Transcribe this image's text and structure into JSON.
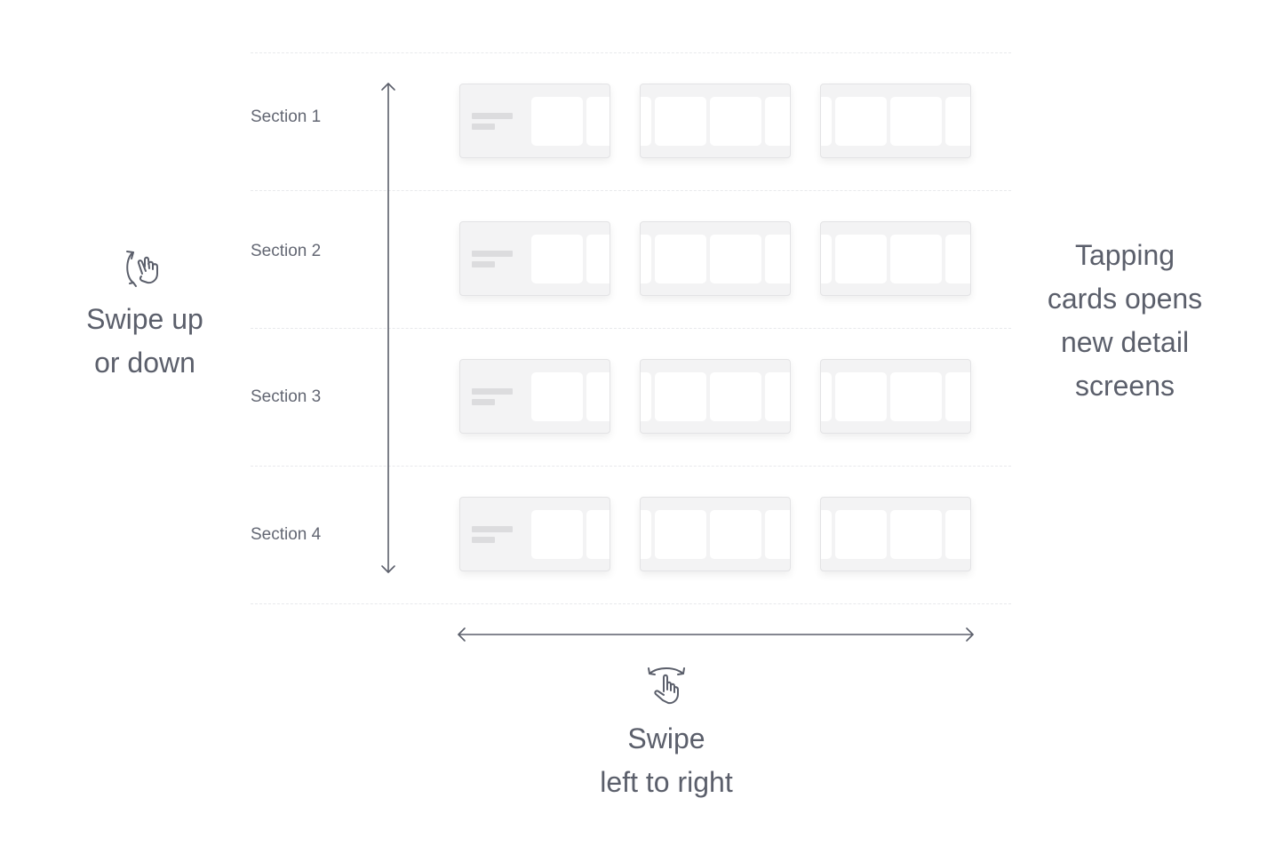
{
  "sections": [
    {
      "label": "Section 1"
    },
    {
      "label": "Section 2"
    },
    {
      "label": "Section 3"
    },
    {
      "label": "Section 4"
    }
  ],
  "vertical_gesture": {
    "icon": "swipe-up-down-hand-icon",
    "caption_lines": [
      "Swipe up",
      "or down"
    ]
  },
  "horizontal_gesture": {
    "icon": "swipe-left-right-hand-icon",
    "caption_lines": [
      "Swipe",
      "left to right"
    ]
  },
  "tap_note": {
    "caption_lines": [
      "Tapping",
      "cards opens",
      "new detail",
      "screens"
    ]
  },
  "colors": {
    "text": "#5b5f6b",
    "arrow": "#5b5f6b",
    "card_bg": "#f3f3f4",
    "card_tile": "#ffffff",
    "divider": "#e8e9ec"
  }
}
